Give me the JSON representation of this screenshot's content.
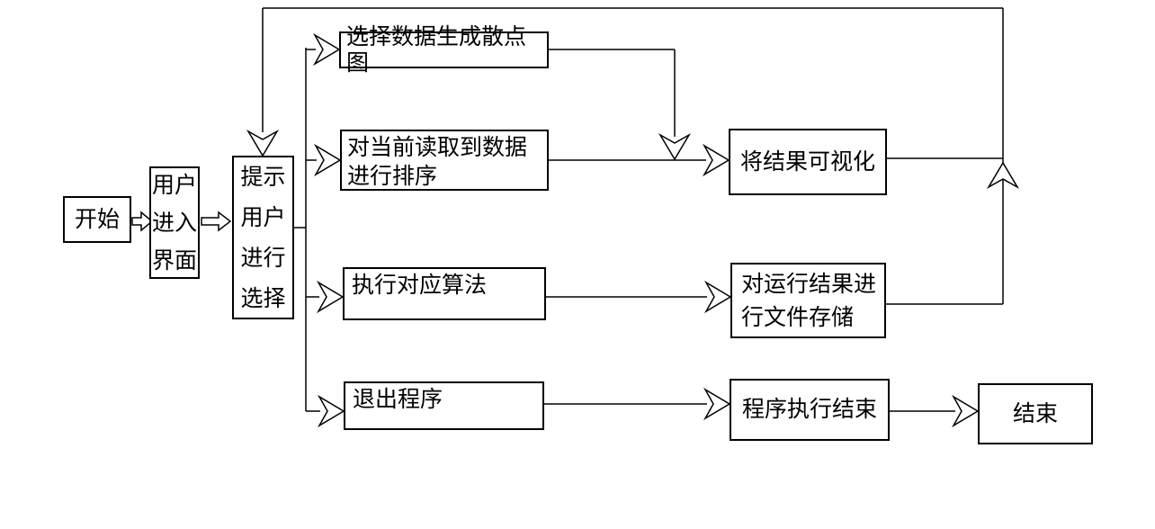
{
  "diagram": {
    "type": "flowchart",
    "colors": {
      "background": "#ffffff",
      "line": "#000000",
      "box_fill": "#ffffff",
      "text": "#000000"
    },
    "nodes": {
      "start": {
        "label": "开始"
      },
      "enter": {
        "label": "用户\n进入\n界面"
      },
      "prompt": {
        "label": "提示\n用户\n进行\n选择"
      },
      "scatter": {
        "label": "选择数据生成散点图"
      },
      "sort": {
        "label": "对当前读取到数据\n进行排序"
      },
      "algo": {
        "label": "执行对应算法"
      },
      "exit": {
        "label": "退出程序"
      },
      "visualize": {
        "label": "将结果可视化"
      },
      "store": {
        "label": "对运行结果进\n行文件存储"
      },
      "end_exec": {
        "label": "程序执行结束"
      },
      "end": {
        "label": "结束"
      }
    }
  }
}
